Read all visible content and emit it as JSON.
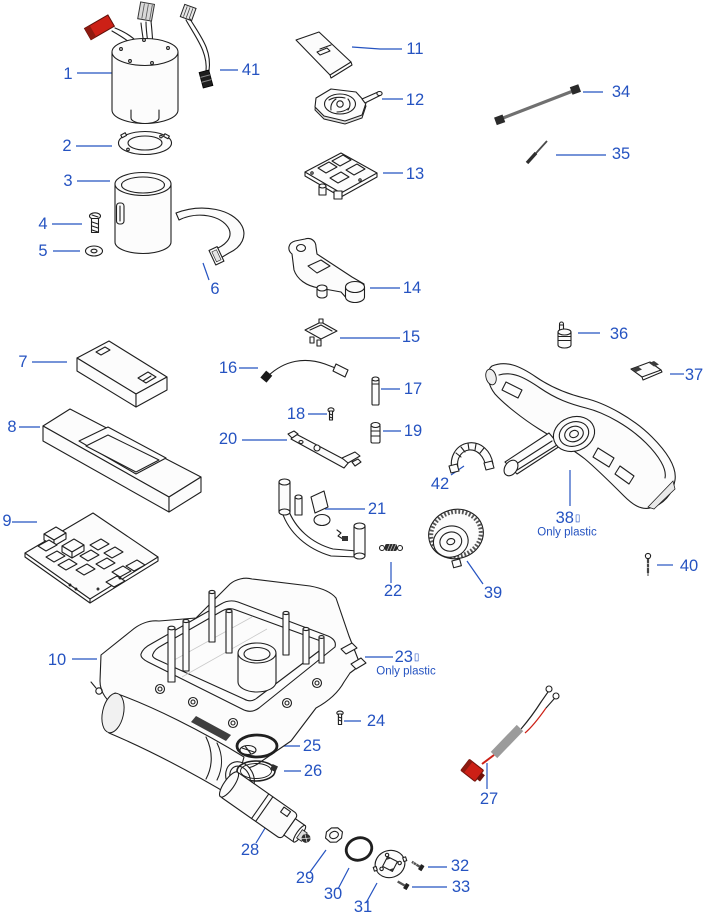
{
  "palette": {
    "label_blue": "#2553c1",
    "wire_red": "#cc2016",
    "wire_yellow": "#e0b62a",
    "wire_green": "#2f7d32",
    "metal_gray": "#9b9b9b"
  },
  "labels": [
    {
      "num": "1"
    },
    {
      "num": "2"
    },
    {
      "num": "3"
    },
    {
      "num": "4"
    },
    {
      "num": "5"
    },
    {
      "num": "6"
    },
    {
      "num": "7"
    },
    {
      "num": "8"
    },
    {
      "num": "9"
    },
    {
      "num": "10"
    },
    {
      "num": "11"
    },
    {
      "num": "12"
    },
    {
      "num": "13"
    },
    {
      "num": "14"
    },
    {
      "num": "15"
    },
    {
      "num": "16"
    },
    {
      "num": "17"
    },
    {
      "num": "18"
    },
    {
      "num": "19"
    },
    {
      "num": "20"
    },
    {
      "num": "21"
    },
    {
      "num": "22"
    },
    {
      "num": "23",
      "suffix": "▯",
      "note": "Only plastic"
    },
    {
      "num": "24"
    },
    {
      "num": "25"
    },
    {
      "num": "26"
    },
    {
      "num": "27"
    },
    {
      "num": "28"
    },
    {
      "num": "29"
    },
    {
      "num": "30"
    },
    {
      "num": "31"
    },
    {
      "num": "32"
    },
    {
      "num": "33"
    },
    {
      "num": "34"
    },
    {
      "num": "35"
    },
    {
      "num": "36"
    },
    {
      "num": "37"
    },
    {
      "num": "38",
      "suffix": "▯",
      "note": "Only plastic"
    },
    {
      "num": "39"
    },
    {
      "num": "40"
    },
    {
      "num": "41"
    },
    {
      "num": "42"
    }
  ]
}
